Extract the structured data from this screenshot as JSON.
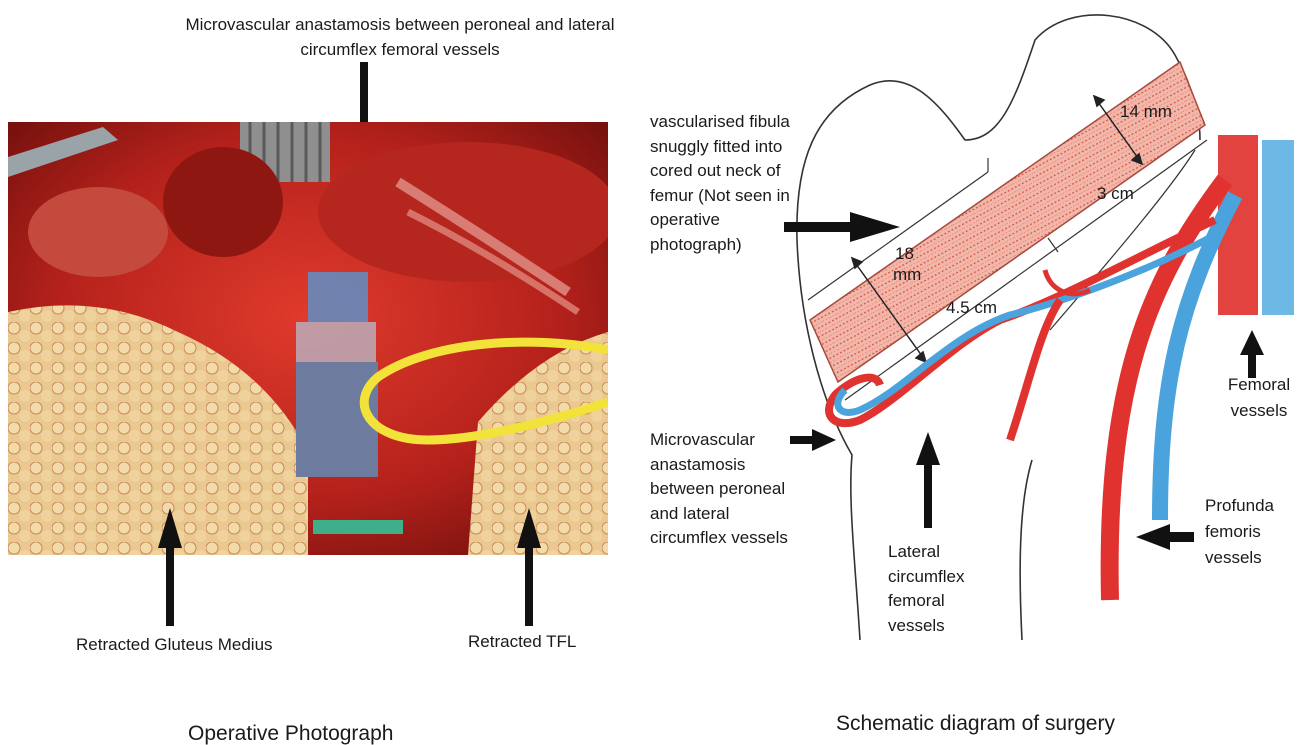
{
  "photo": {
    "top_label": "Microvascular anastamosis between peroneal and lateral circumflex femoral vessels",
    "left_label": "Retracted Gluteus Medius",
    "right_label": "Retracted TFL",
    "caption": "Operative Photograph"
  },
  "schematic": {
    "graft_label": "vascularised fibula snuggly fitted into cored out neck of femur (Not seen in operative photograph)",
    "dim_width": "14 mm",
    "dim_3cm": "3 cm",
    "dim_18mm_a": "18",
    "dim_18mm_b": "mm",
    "dim_45cm": "4.5 cm",
    "anastomosis_label": "Microvascular anastamosis between peroneal and lateral circumflex vessels",
    "lcf_label": "Lateral circumflex femoral vessels",
    "femoral_label": "Femoral vessels",
    "profunda_label": "Profunda femoris vessels",
    "caption": "Schematic diagram of surgery"
  },
  "colors": {
    "artery": "#e0332f",
    "vein": "#4aa3dd",
    "graft": "#e98a7c",
    "arrow": "#111111"
  }
}
